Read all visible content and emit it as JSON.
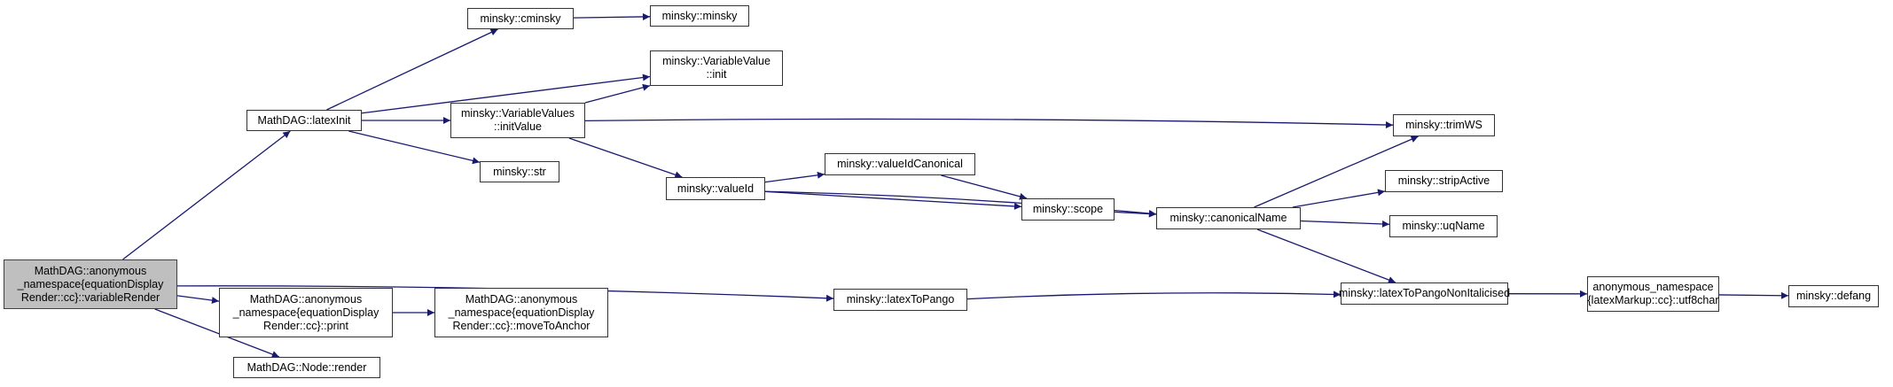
{
  "diagram": {
    "type": "call-graph",
    "edge_color": "#191970",
    "root_fill": "#bfbfbf",
    "nodes": [
      {
        "id": "variableRender",
        "label": "MathDAG::anonymous\n_namespace{equationDisplay\nRender::cc}::variableRender",
        "root": true
      },
      {
        "id": "latexInit",
        "label": "MathDAG::latexInit"
      },
      {
        "id": "cminsky",
        "label": "minsky::cminsky"
      },
      {
        "id": "minsky",
        "label": "minsky::minsky"
      },
      {
        "id": "vvinit",
        "label": "minsky::VariableValue\n::init"
      },
      {
        "id": "initValue",
        "label": "minsky::VariableValues\n::initValue"
      },
      {
        "id": "str",
        "label": "minsky::str"
      },
      {
        "id": "valueId",
        "label": "minsky::valueId"
      },
      {
        "id": "valueIdCanonical",
        "label": "minsky::valueIdCanonical"
      },
      {
        "id": "scope",
        "label": "minsky::scope"
      },
      {
        "id": "canonicalName",
        "label": "minsky::canonicalName"
      },
      {
        "id": "trimWS",
        "label": "minsky::trimWS"
      },
      {
        "id": "stripActive",
        "label": "minsky::stripActive"
      },
      {
        "id": "uqName",
        "label": "minsky::uqName"
      },
      {
        "id": "latexToPango",
        "label": "minsky::latexToPango"
      },
      {
        "id": "latexToPangoNonItalicised",
        "label": "minsky::latexToPangoNonItalicised"
      },
      {
        "id": "utf8char",
        "label": "anonymous_namespace\n{latexMarkup::cc}::utf8char"
      },
      {
        "id": "defang",
        "label": "minsky::defang"
      },
      {
        "id": "print",
        "label": "MathDAG::anonymous\n_namespace{equationDisplay\nRender::cc}::print"
      },
      {
        "id": "moveToAnchor",
        "label": "MathDAG::anonymous\n_namespace{equationDisplay\nRender::cc}::moveToAnchor"
      },
      {
        "id": "nodeRender",
        "label": "MathDAG::Node::render"
      }
    ],
    "edges": [
      [
        "variableRender",
        "latexInit"
      ],
      [
        "variableRender",
        "latexToPango"
      ],
      [
        "variableRender",
        "print"
      ],
      [
        "variableRender",
        "nodeRender"
      ],
      [
        "latexInit",
        "cminsky"
      ],
      [
        "latexInit",
        "vvinit"
      ],
      [
        "latexInit",
        "initValue"
      ],
      [
        "latexInit",
        "str"
      ],
      [
        "cminsky",
        "minsky"
      ],
      [
        "initValue",
        "vvinit"
      ],
      [
        "initValue",
        "trimWS"
      ],
      [
        "initValue",
        "valueId"
      ],
      [
        "valueId",
        "valueIdCanonical"
      ],
      [
        "valueId",
        "scope"
      ],
      [
        "valueId",
        "canonicalName"
      ],
      [
        "valueIdCanonical",
        "scope"
      ],
      [
        "scope",
        "canonicalName"
      ],
      [
        "canonicalName",
        "trimWS"
      ],
      [
        "canonicalName",
        "stripActive"
      ],
      [
        "canonicalName",
        "uqName"
      ],
      [
        "canonicalName",
        "latexToPangoNonItalicised"
      ],
      [
        "latexToPango",
        "latexToPangoNonItalicised"
      ],
      [
        "latexToPangoNonItalicised",
        "utf8char"
      ],
      [
        "utf8char",
        "defang"
      ],
      [
        "print",
        "moveToAnchor"
      ]
    ]
  }
}
